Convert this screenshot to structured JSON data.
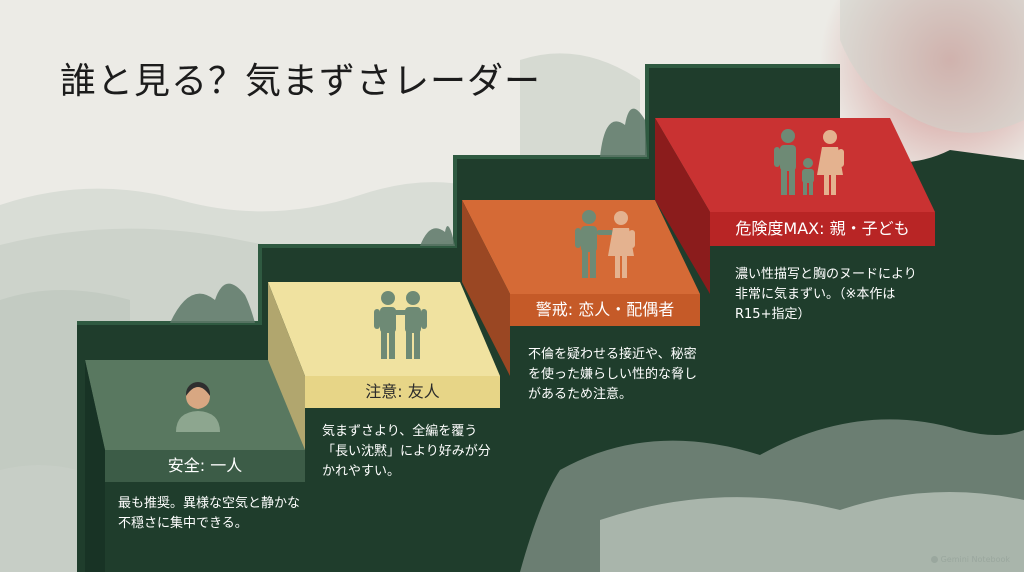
{
  "title": "誰と見る？気まずさレーダー",
  "steps": [
    {
      "label": "安全: 一人",
      "description": "最も推奨。異様な空気と静かな不穏さに集中できる。",
      "icon": "single-person-icon",
      "color": "#4f6b55"
    },
    {
      "label": "注意: 友人",
      "description": "気まずさより、全編を覆う「長い沈黙」により好みが分かれやすい。",
      "icon": "two-friends-icon",
      "color": "#eedf94"
    },
    {
      "label": "警戒: 恋人・配偶者",
      "description": "不倫を疑わせる接近や、秘密を使った嫌らしい性的な脅しがあるため注意。",
      "icon": "couple-icon",
      "color": "#d0652f"
    },
    {
      "label": "危険度MAX: 親・子ども",
      "description": "濃い性描写と胸のヌードにより非常に気まずい。（※本作はR15+指定）",
      "icon": "family-icon",
      "color": "#c32a2a"
    }
  ],
  "brand": "Gemini Notebook",
  "colors": {
    "background": "#ecebe6",
    "stair_dark": "#1f3d2c",
    "person_male": "#6e8a75",
    "person_female": "#e4b28f"
  }
}
